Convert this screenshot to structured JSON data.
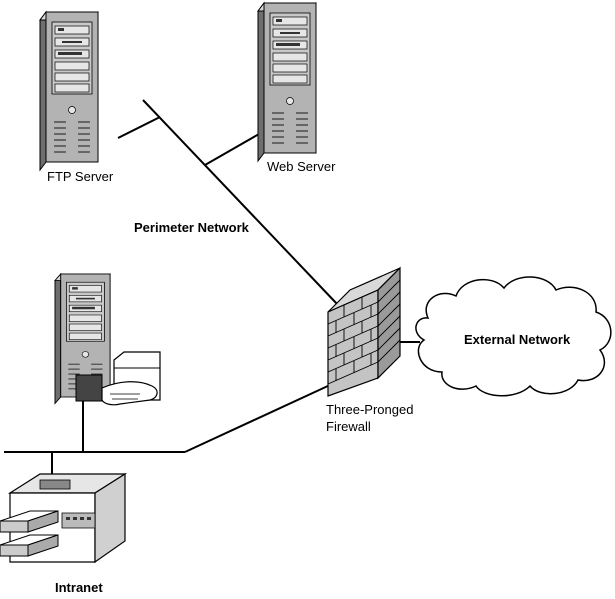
{
  "labels": {
    "ftp_server": "FTP Server",
    "web_server": "Web Server",
    "perimeter_network": "Perimeter Network",
    "external_network": "External Network",
    "firewall_line1": "Three-Pronged",
    "firewall_line2": "Firewall",
    "intranet": "Intranet"
  },
  "icons": {
    "ftp_server": "server-tower-icon",
    "web_server": "server-tower-icon",
    "intranet_server": "server-tower-icon",
    "shared_folder": "shared-folder-hand-icon",
    "printer": "printer-icon",
    "firewall": "brick-wall-icon",
    "external_network": "cloud-icon"
  },
  "colors": {
    "background": "#ffffff",
    "server_body": "#b3b3b3",
    "server_shadow": "#8c8c8c",
    "line": "#000000"
  }
}
